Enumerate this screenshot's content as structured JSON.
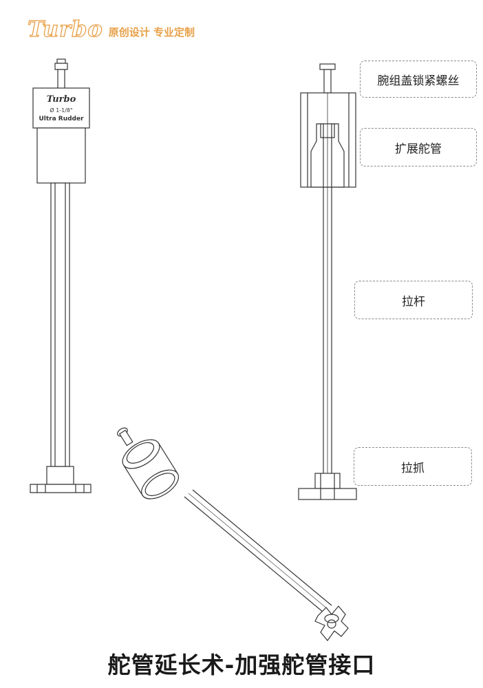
{
  "brand": {
    "logo_text": "Turbo",
    "tagline": "原创设计 专业定制",
    "accent_color": "#e8a048"
  },
  "product": {
    "badge_logo": "Turbo",
    "badge_size": "Ø 1-1/8\"",
    "badge_name": "Ultra Rudder"
  },
  "labels": {
    "cap_screw": "腕组盖锁紧螺丝",
    "extension_tube": "扩展舵管",
    "pull_rod": "拉杆",
    "pull_claw": "拉抓"
  },
  "caption": "舵管延长术-加强舵管接口"
}
